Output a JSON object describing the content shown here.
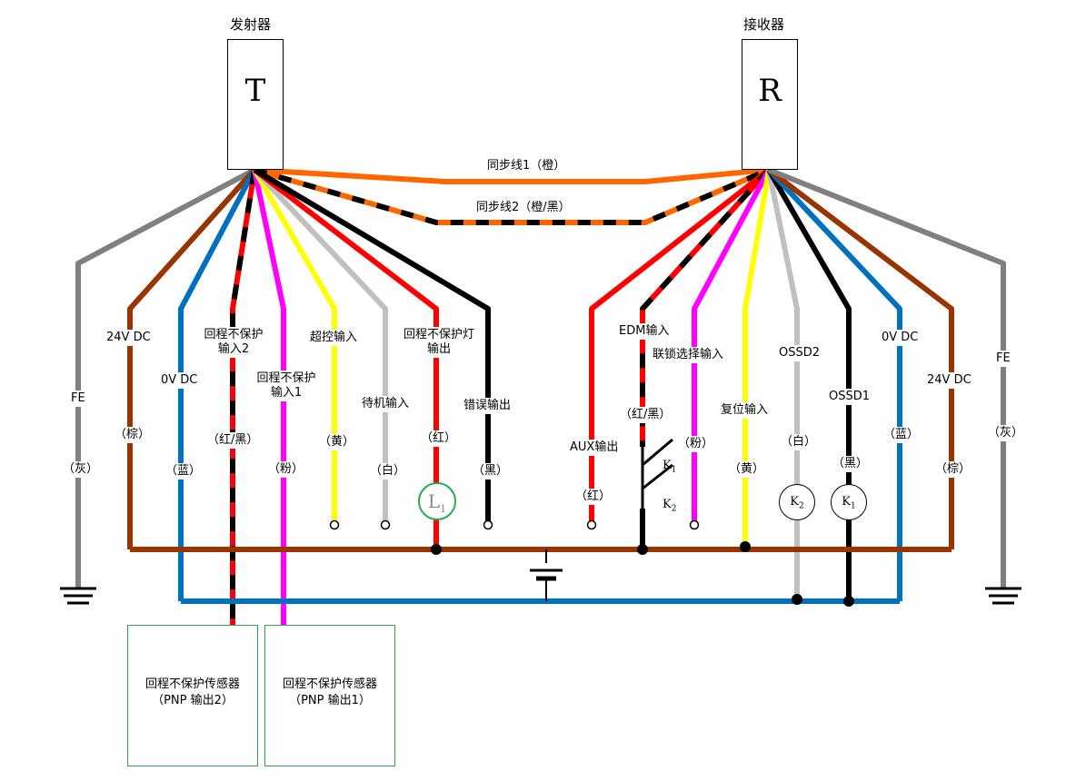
{
  "transmitter": {
    "title": "发射器",
    "letter": "T"
  },
  "receiver": {
    "title": "接收器",
    "letter": "R"
  },
  "sync1": "同步线1（橙）",
  "sync2": "同步线2（橙/黑）",
  "t_wires": [
    {
      "name": "FE",
      "color": "（灰）"
    },
    {
      "name": "24V DC",
      "color": "（棕）"
    },
    {
      "name": "0V DC",
      "color": "（蓝）"
    },
    {
      "name": "回程不保护输入2",
      "color": "（红/黑）"
    },
    {
      "name": "回程不保护输入1",
      "color": "（粉）"
    },
    {
      "name": "超控输入",
      "color": "（黄）"
    },
    {
      "name": "待机输入",
      "color": "（白）"
    },
    {
      "name": "回程不保护灯输出",
      "color": "（红）"
    },
    {
      "name": "错误输出",
      "color": "（黑）"
    }
  ],
  "r_wires": [
    {
      "name": "AUX输出",
      "color": "（红）"
    },
    {
      "name": "EDM输入",
      "color": "（红/黑）"
    },
    {
      "name": "联锁选择输入",
      "color": "（粉）"
    },
    {
      "name": "复位输入",
      "color": "（黄）"
    },
    {
      "name": "OSSD2",
      "color": "（白）"
    },
    {
      "name": "OSSD1",
      "color": "（黑）"
    },
    {
      "name": "0V DC",
      "color": "（蓝）"
    },
    {
      "name": "24V DC",
      "color": "（棕）"
    },
    {
      "name": "FE",
      "color": "（灰）"
    }
  ],
  "sensors": [
    {
      "line1": "回程不保护传感器",
      "line2": "（PNP 输出2）"
    },
    {
      "line1": "回程不保护传感器",
      "line2": "（PNP 输出1）"
    }
  ],
  "lamp": {
    "letter": "L",
    "sub": "1"
  },
  "coils": [
    {
      "letter": "K",
      "sub": "2"
    },
    {
      "letter": "K",
      "sub": "1"
    }
  ],
  "contacts": [
    {
      "letter": "K",
      "sub": "1"
    },
    {
      "letter": "K",
      "sub": "2"
    }
  ],
  "colors": {
    "gray": "#808080",
    "brown": "#993300",
    "blue": "#0070c0",
    "red": "#ff0000",
    "black": "#000000",
    "pink": "#ff00ff",
    "yellow": "#ffff00",
    "white_wire": "#c0c0c0",
    "orange": "#ff6600",
    "green": "#2aa84a"
  }
}
